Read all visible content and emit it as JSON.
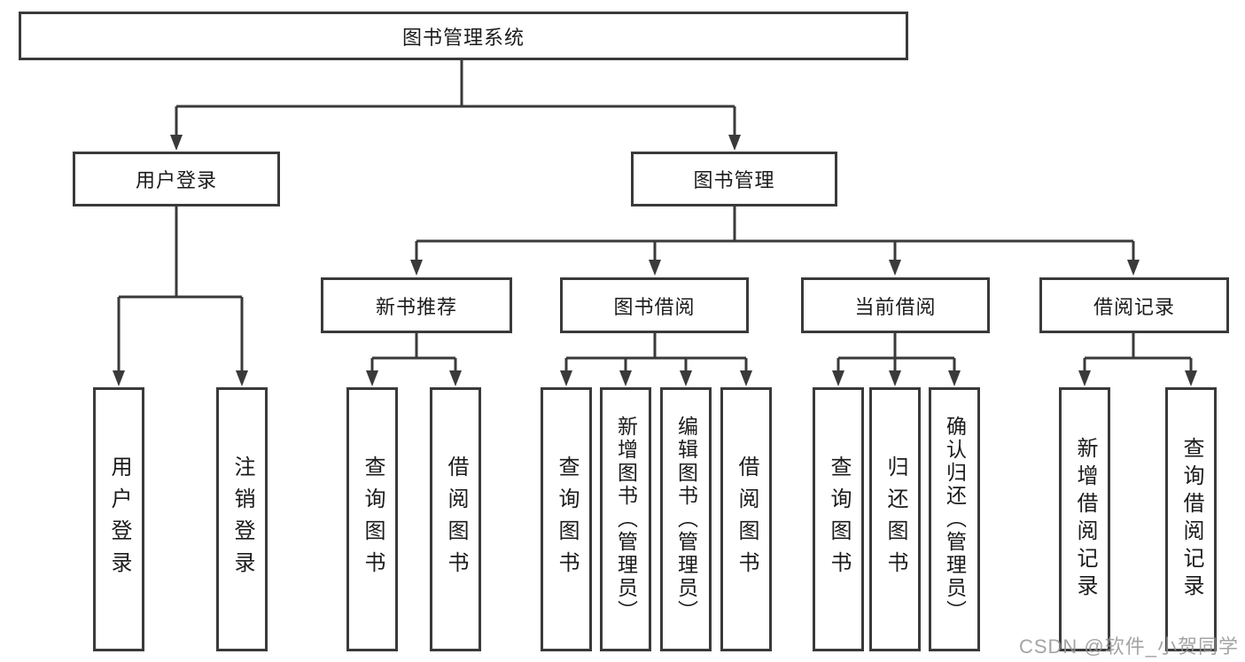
{
  "tree": {
    "root": "图书管理系统",
    "branches": [
      {
        "label": "用户登录",
        "children": [
          "用户登录",
          "注销登录"
        ]
      },
      {
        "label": "图书管理",
        "sections": [
          {
            "label": "新书推荐",
            "children": [
              "查询图书",
              "借阅图书"
            ]
          },
          {
            "label": "图书借阅",
            "children": [
              "查询图书",
              "新增图书（管理员）",
              "编辑图书（管理员）",
              "借阅图书"
            ]
          },
          {
            "label": "当前借阅",
            "children": [
              "查询图书",
              "归还图书",
              "确认归还（管理员）"
            ]
          },
          {
            "label": "借阅记录",
            "children": [
              "新增借阅记录",
              "查询借阅记录"
            ]
          }
        ]
      }
    ]
  },
  "watermark": "CSDN @软件_小贺同学",
  "colors": {
    "line": "#3a3a3a",
    "box_border": "#3a3a3a",
    "box_background": "#ffffff",
    "text": "#1b1b1b",
    "watermark": "#949494",
    "canvas": "#ffffff"
  }
}
